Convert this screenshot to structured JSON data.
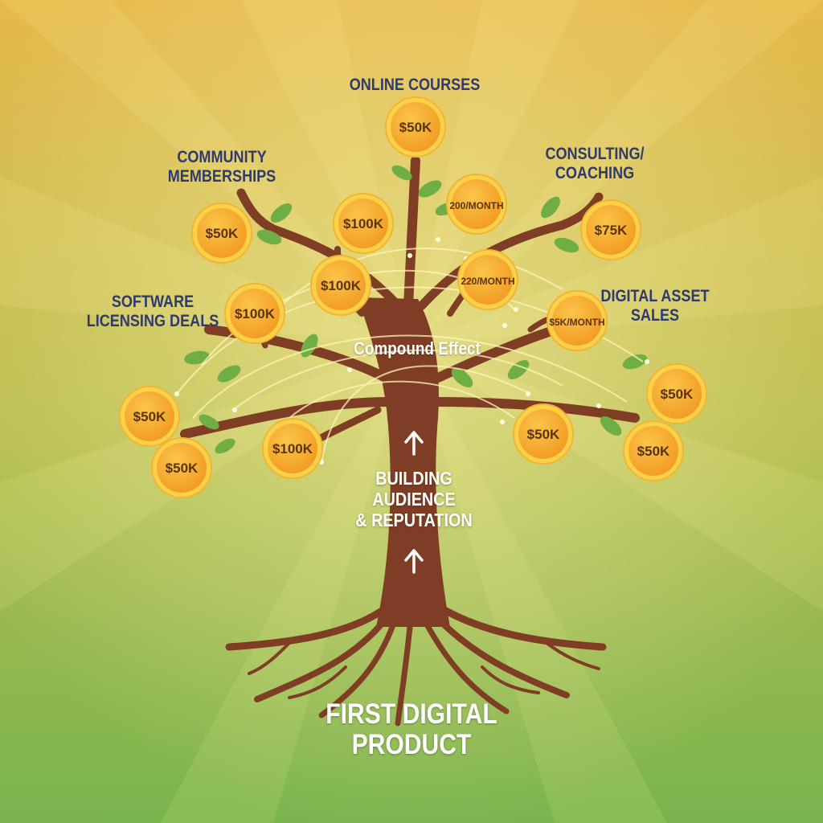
{
  "colors": {
    "bg_top": "#e7b94c",
    "bg_bottom": "#79b44f",
    "trunk": "#7e3d24",
    "leaf": "#6fae45",
    "coin_outer": "#fbd14a",
    "coin_inner": "#f5a92b",
    "label": "#2f3a6e"
  },
  "labels": {
    "online_courses": "ONLINE COURSES",
    "community_memberships": "COMMUNITY\nMEMBERSHIPS",
    "consulting_coaching": "CONSULTING/\nCOACHING",
    "software_licensing": "SOFTWARE\nLICENSING DEALS",
    "digital_asset_sales": "DIGITAL ASSET\nSALES",
    "compound_effect": "Compound Effect",
    "building_audience": "BUILDING\nAUDIENCE\n& REPUTATION",
    "first_product": "FIRST DIGITAL\nPRODUCT"
  },
  "coins": [
    "$50K",
    "$50K",
    "$100K",
    "200/MONTH",
    "$75K",
    "$100K",
    "220/MONTH",
    "$100K",
    "$5K/MONTH",
    "$50K",
    "$50K",
    "$100K",
    "$50K",
    "$50K",
    "$50K"
  ],
  "arrows": [
    "up-arrow",
    "up-arrow"
  ]
}
